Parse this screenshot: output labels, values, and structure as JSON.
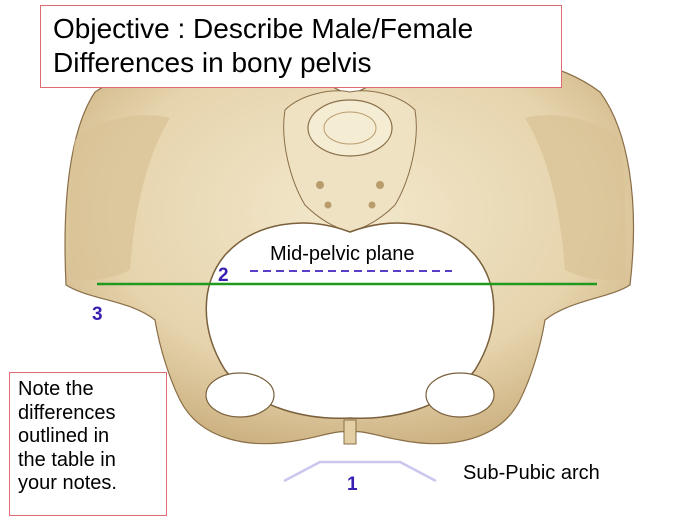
{
  "objective": {
    "line1": "Objective :  Describe Male/Female",
    "line2": "Differences in bony pelvis"
  },
  "labels": {
    "mid_pelvic_plane": "Mid-pelvic plane",
    "sub_pubic_arch": "Sub-Pubic arch"
  },
  "markers": {
    "one": "1",
    "two": "2",
    "three": "3"
  },
  "note": {
    "lines": [
      "Note the",
      "differences",
      "outlined in",
      "the table in",
      "your notes."
    ]
  },
  "colors": {
    "box_border": "#e06a72",
    "inlet_line": "#1f9a1f",
    "mid_pelvic_line": "#5a3ec8",
    "sub_pubic_line": "#c9c7ee",
    "marker_text": "#3a1fb0",
    "bone": "#e6d4ad",
    "bone_shadow": "#b89c6c"
  }
}
